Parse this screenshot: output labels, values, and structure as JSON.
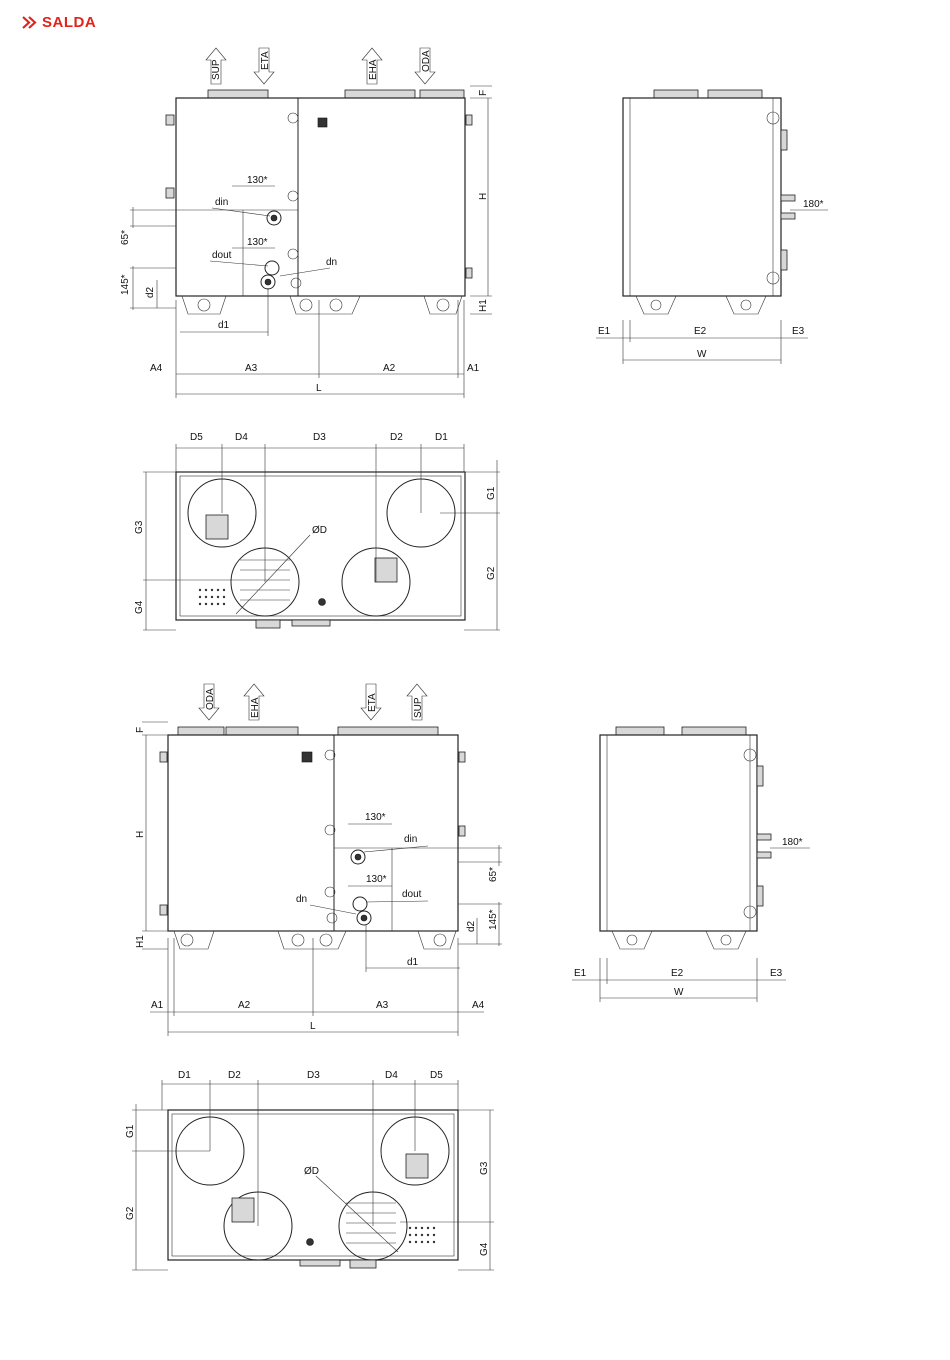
{
  "brand": {
    "name": "SALDA",
    "color": "#e2231a"
  },
  "airflows": {
    "sup": "SUP",
    "eta": "ETA",
    "eha": "EHA",
    "oda": "ODA"
  },
  "dims": {
    "A1": "A1",
    "A2": "A2",
    "A3": "A3",
    "A4": "A4",
    "L": "L",
    "H": "H",
    "H1": "H1",
    "F": "F",
    "d1": "d1",
    "d2": "d2",
    "din": "din",
    "dout": "dout",
    "dn": "dn",
    "d130": "130*",
    "d65": "65*",
    "d145": "145*",
    "d180": "180*",
    "E1": "E1",
    "E2": "E2",
    "E3": "E3",
    "W": "W",
    "D1": "D1",
    "D2": "D2",
    "D3": "D3",
    "D4": "D4",
    "D5": "D5",
    "G1": "G1",
    "G2": "G2",
    "G3": "G3",
    "G4": "G4",
    "phiD": "ØD"
  }
}
